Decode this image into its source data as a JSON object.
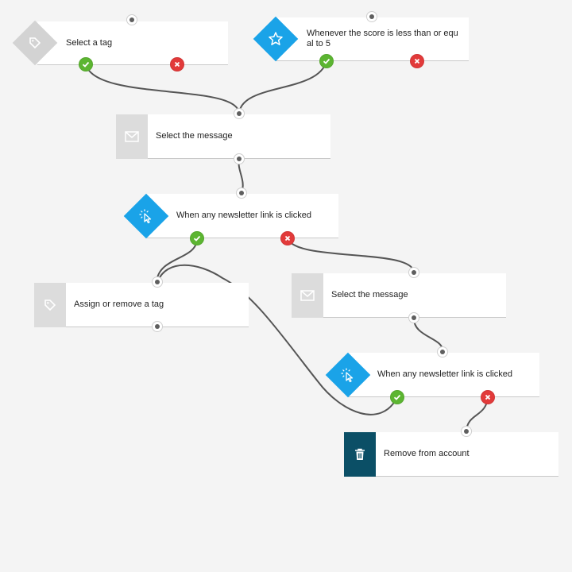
{
  "colors": {
    "background": "#f4f4f4",
    "action_blue": "#1aa3e8",
    "yes_green": "#5cb531",
    "no_red": "#e23a3a",
    "remove_dark": "#0b4f66",
    "icon_grey": "#dcdcdc"
  },
  "nodes": {
    "select_tag": {
      "label": "Select a tag",
      "icon": "tag-icon"
    },
    "score_trigger": {
      "label": "Whenever the score is less than or equal to 5",
      "icon": "star-icon"
    },
    "select_message_1": {
      "label": "Select the message",
      "icon": "envelope-icon"
    },
    "link_clicked_1": {
      "label": "When any newsletter link is clicked",
      "icon": "cursor-click-icon"
    },
    "assign_tag": {
      "label": "Assign or remove a tag",
      "icon": "tag-icon"
    },
    "select_message_2": {
      "label": "Select the message",
      "icon": "envelope-icon"
    },
    "link_clicked_2": {
      "label": "When any newsletter link is clicked",
      "icon": "cursor-click-icon"
    },
    "remove_account": {
      "label": "Remove from account",
      "icon": "trash-icon"
    }
  }
}
